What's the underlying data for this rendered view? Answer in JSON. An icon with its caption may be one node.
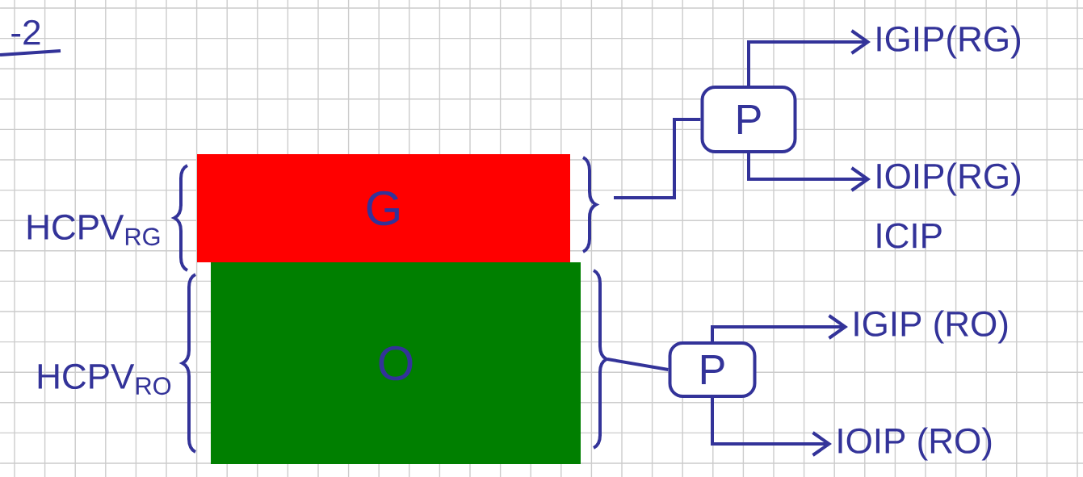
{
  "diagram": {
    "nodes": [
      {
        "text": [
          "G"
        ]
      },
      {
        "text": [
          "O"
        ]
      },
      {
        "text": [
          "P"
        ]
      },
      {
        "text": [
          "P"
        ]
      },
      {
        "text": [
          "IGIP(RG)"
        ]
      },
      {
        "text": [
          "IOIP(RG)"
        ]
      },
      {
        "text": [
          "IGIP (RO)"
        ]
      },
      {
        "text": [
          "IOIP (RO)"
        ]
      }
    ],
    "edges": [
      {
        "from": 0,
        "to": 2,
        "arrow": "none"
      },
      {
        "from": 2,
        "to": 4,
        "arrow": "to"
      },
      {
        "from": 2,
        "to": 5,
        "arrow": "to"
      },
      {
        "from": 1,
        "to": 3,
        "arrow": "none"
      },
      {
        "from": 3,
        "to": 6,
        "arrow": "to"
      },
      {
        "from": 3,
        "to": 7,
        "arrow": "to"
      }
    ],
    "labels": [
      "-2",
      "HCPV$_{RG}$",
      "ICIP",
      "HCPV$_{RO}$"
    ]
  }
}
